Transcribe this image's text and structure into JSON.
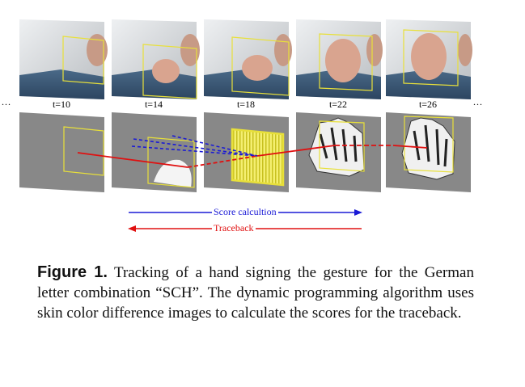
{
  "figure": {
    "frame_labels": [
      "t=10",
      "t=14",
      "t=18",
      "t=22",
      "t=26"
    ],
    "ellipsis_left": "...",
    "ellipsis_right": "...",
    "score_label": "Score calcultion",
    "traceback_label": "Traceback",
    "colors": {
      "score_arrow": "#1a1ad6",
      "traceback_arrow": "#e01010",
      "tracking_box": "#e8e03a"
    }
  },
  "caption": {
    "label": "Figure 1.",
    "text": "Tracking of a hand signing the gesture for the German letter combination “SCH”. The dynamic programming algorithm uses skin color difference images to calculate the scores for the traceback."
  }
}
